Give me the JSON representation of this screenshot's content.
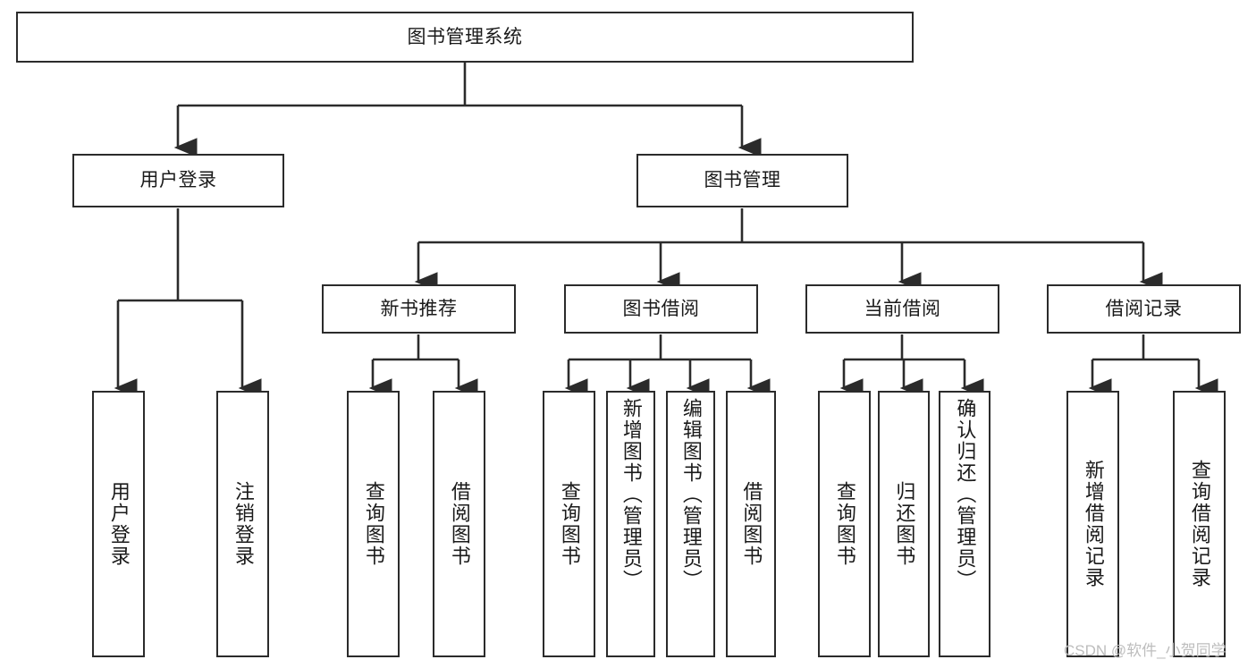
{
  "diagram": {
    "type": "tree",
    "title": "图书管理系统",
    "colors": {
      "box_border": "#2b2b2b",
      "box_fill": "#ffffff",
      "connector": "#2b2b2b",
      "text": "#1a1a1a",
      "watermark": "#bdbdbd",
      "background": "#ffffff"
    },
    "root": {
      "label": "图书管理系统"
    },
    "level2": [
      {
        "label": "用户登录"
      },
      {
        "label": "图书管理"
      }
    ],
    "level3": [
      {
        "label": "新书推荐"
      },
      {
        "label": "图书借阅"
      },
      {
        "label": "当前借阅"
      },
      {
        "label": "借阅记录"
      }
    ],
    "leaves": {
      "user_login": [
        {
          "label": "用户登录"
        },
        {
          "label": "注销登录"
        }
      ],
      "new_book_rec": [
        {
          "label": "查询图书"
        },
        {
          "label": "借阅图书"
        }
      ],
      "book_borrow": [
        {
          "label": "查询图书"
        },
        {
          "label": "新增图书（管理员）"
        },
        {
          "label": "编辑图书（管理员）"
        },
        {
          "label": "借阅图书"
        }
      ],
      "current_borrow": [
        {
          "label": "查询图书"
        },
        {
          "label": "归还图书"
        },
        {
          "label": "确认归还（管理员）"
        }
      ],
      "borrow_record": [
        {
          "label": "新增借阅记录"
        },
        {
          "label": "查询借阅记录"
        }
      ]
    },
    "watermark": "CSDN @软件_小贺同学"
  }
}
